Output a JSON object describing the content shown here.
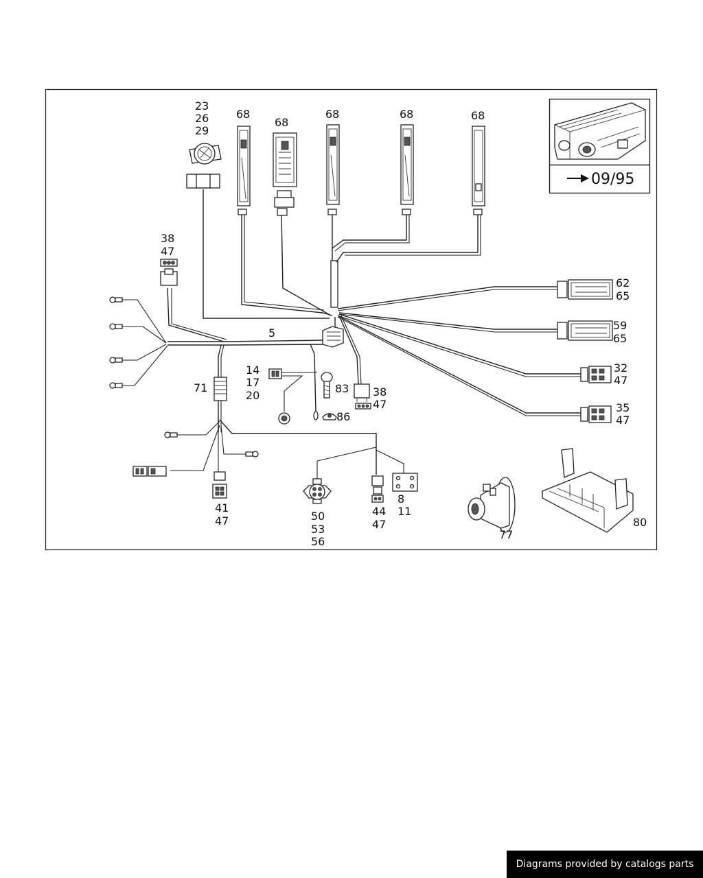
{
  "diagram": {
    "callouts": {
      "c_23": "23",
      "c_26": "26",
      "c_29": "29",
      "c_68a": "68",
      "c_68b": "68",
      "c_68c": "68",
      "c_68d": "68",
      "c_68e": "68",
      "c_38a": "38",
      "c_47a": "47",
      "c_62": "62",
      "c_65a": "65",
      "c_59": "59",
      "c_65b": "65",
      "c_32": "32",
      "c_47b": "47",
      "c_35": "35",
      "c_47c": "47",
      "c_5": "5",
      "c_14": "14",
      "c_17": "17",
      "c_20": "20",
      "c_83": "83",
      "c_86": "86",
      "c_38b": "38",
      "c_47d": "47",
      "c_71": "71",
      "c_41": "41",
      "c_47e": "47",
      "c_50": "50",
      "c_53": "53",
      "c_56": "56",
      "c_44": "44",
      "c_47f": "47",
      "c_8": "8",
      "c_11": "11",
      "c_77": "77",
      "c_80": "80"
    },
    "inset": {
      "date_label": "09/95"
    }
  },
  "footer": {
    "credit": "Diagrams provided by catalogs parts"
  }
}
